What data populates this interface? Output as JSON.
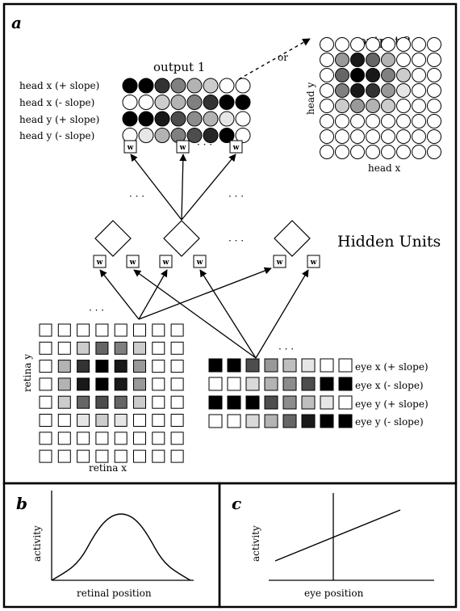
{
  "panels": {
    "a": "a",
    "b": "b",
    "c": "c"
  },
  "output1": {
    "title": "output 1",
    "rows": [
      "head x (+ slope)",
      "head x (- slope)",
      "head y (+ slope)",
      "head y (- slope)"
    ],
    "levels": [
      [
        1,
        1,
        0.8,
        0.5,
        0.3,
        0.2,
        0,
        0
      ],
      [
        0,
        0,
        0.2,
        0.3,
        0.5,
        0.8,
        1,
        1
      ],
      [
        1,
        1,
        0.9,
        0.7,
        0.45,
        0.3,
        0.1,
        0
      ],
      [
        0,
        0.1,
        0.3,
        0.5,
        0.7,
        0.85,
        1,
        0
      ]
    ]
  },
  "output2": {
    "title": "output 2",
    "or_label": "or",
    "xlabel": "head x",
    "ylabel": "head y",
    "levels": [
      [
        0,
        0,
        0,
        0,
        0,
        0,
        0,
        0
      ],
      [
        0,
        0.4,
        0.9,
        0.6,
        0.3,
        0,
        0,
        0
      ],
      [
        0,
        0.6,
        1,
        0.9,
        0.5,
        0.2,
        0,
        0
      ],
      [
        0,
        0.5,
        0.9,
        0.8,
        0.4,
        0.1,
        0,
        0
      ],
      [
        0,
        0.2,
        0.4,
        0.3,
        0.2,
        0,
        0,
        0
      ],
      [
        0,
        0,
        0,
        0,
        0,
        0,
        0,
        0
      ],
      [
        0,
        0,
        0,
        0,
        0,
        0,
        0,
        0
      ],
      [
        0,
        0,
        0,
        0,
        0,
        0,
        0,
        0
      ]
    ]
  },
  "weight_label": "w",
  "ellipsis": "· · ·",
  "hidden_label": "Hidden Units",
  "retina": {
    "xlabel": "retina x",
    "ylabel": "retina y",
    "levels": [
      [
        0,
        0,
        0,
        0,
        0,
        0,
        0,
        0
      ],
      [
        0,
        0,
        0.2,
        0.6,
        0.5,
        0.2,
        0,
        0
      ],
      [
        0,
        0.3,
        0.8,
        1,
        0.9,
        0.4,
        0,
        0
      ],
      [
        0,
        0.3,
        0.9,
        1,
        0.9,
        0.4,
        0,
        0
      ],
      [
        0,
        0.2,
        0.6,
        0.7,
        0.6,
        0.2,
        0,
        0
      ],
      [
        0,
        0,
        0.1,
        0.2,
        0.1,
        0,
        0,
        0
      ],
      [
        0,
        0,
        0,
        0,
        0,
        0,
        0,
        0
      ],
      [
        0,
        0,
        0,
        0,
        0,
        0,
        0,
        0
      ]
    ]
  },
  "eye": {
    "rows": [
      "eye x (+ slope)",
      "eye x (- slope)",
      "eye y (+ slope)",
      "eye y (- slope)"
    ],
    "levels": [
      [
        1,
        1,
        0.7,
        0.4,
        0.25,
        0.1,
        0,
        0
      ],
      [
        0,
        0,
        0.15,
        0.3,
        0.45,
        0.7,
        1,
        1
      ],
      [
        1,
        1,
        1,
        0.7,
        0.45,
        0.25,
        0.1,
        0
      ],
      [
        0,
        0,
        0.15,
        0.3,
        0.6,
        0.9,
        1,
        1
      ]
    ]
  },
  "panel_b": {
    "xlabel": "retinal position",
    "ylabel": "activity"
  },
  "panel_c": {
    "xlabel": "eye position",
    "ylabel": "activity"
  }
}
